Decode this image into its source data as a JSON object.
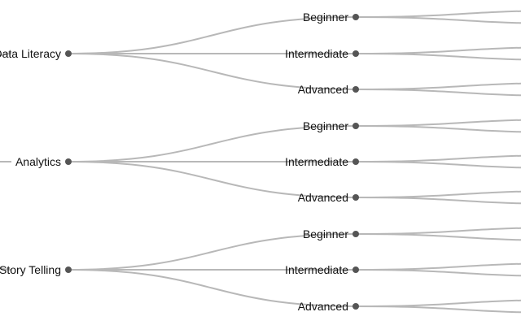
{
  "tree": {
    "branches": [
      {
        "label": "Data Literacy",
        "children": [
          {
            "label": "Beginner"
          },
          {
            "label": "Intermediate"
          },
          {
            "label": "Advanced"
          }
        ]
      },
      {
        "label": "Analytics",
        "children": [
          {
            "label": "Beginner"
          },
          {
            "label": "Intermediate"
          },
          {
            "label": "Advanced"
          }
        ]
      },
      {
        "label": "Story Telling",
        "children": [
          {
            "label": "Beginner"
          },
          {
            "label": "Intermediate"
          },
          {
            "label": "Advanced"
          }
        ]
      }
    ]
  },
  "colors": {
    "link": "#b8b8b8",
    "node": "#555555",
    "text": "#111111"
  }
}
